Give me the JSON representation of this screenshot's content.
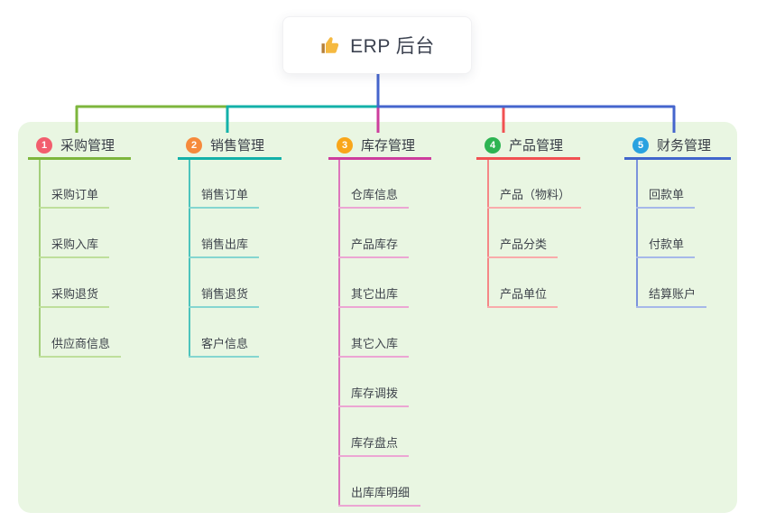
{
  "root": {
    "label": "ERP 后台",
    "icon": "thumbs-up-icon",
    "icon_color": "#f5b940",
    "bg": "#ffffff"
  },
  "panel": {
    "bg": "#e9f6e2"
  },
  "connector": {
    "root_trunk_color": "#4565cd"
  },
  "branches": [
    {
      "index": "1",
      "label": "采购管理",
      "colors": {
        "badge": "#f25e6e",
        "main": "#7db63d",
        "mid": "#a3cf7b",
        "light": "#bedf9b"
      },
      "children": [
        "采购订单",
        "采购入库",
        "采购退货",
        "供应商信息"
      ]
    },
    {
      "index": "2",
      "label": "销售管理",
      "colors": {
        "badge": "#f68a3c",
        "main": "#13b1a9",
        "mid": "#4cc4bc",
        "light": "#85d6d0"
      },
      "children": [
        "销售订单",
        "销售出库",
        "销售退货",
        "客户信息"
      ]
    },
    {
      "index": "3",
      "label": "库存管理",
      "colors": {
        "badge": "#f9a61a",
        "main": "#cd3d9d",
        "mid": "#dd76bc",
        "light": "#eca6d3"
      },
      "children": [
        "仓库信息",
        "产品库存",
        "其它出库",
        "其它入库",
        "库存调拨",
        "库存盘点",
        "出库库明细"
      ]
    },
    {
      "index": "4",
      "label": "产品管理",
      "colors": {
        "badge": "#2db452",
        "main": "#f15152",
        "mid": "#f58787",
        "light": "#f9abab"
      },
      "children": [
        "产品（物料）",
        "产品分类",
        "产品单位"
      ]
    },
    {
      "index": "5",
      "label": "财务管理",
      "colors": {
        "badge": "#29a2e0",
        "main": "#4165cc",
        "mid": "#7b93dc",
        "light": "#a6b8e9"
      },
      "children": [
        "回款单",
        "付款单",
        "结算账户"
      ]
    }
  ]
}
